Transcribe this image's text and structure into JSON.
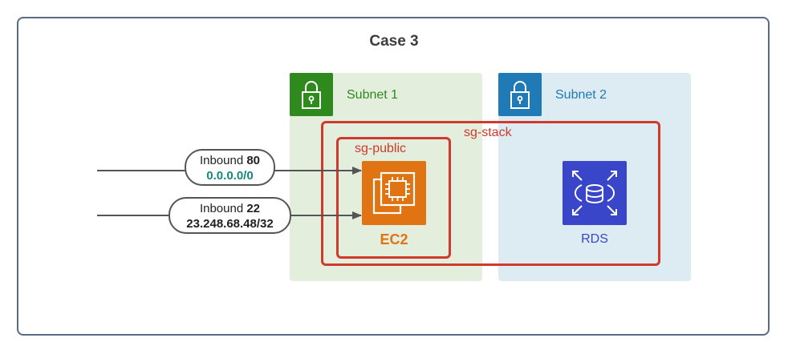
{
  "diagram": {
    "title": "Case 3",
    "subnets": [
      {
        "label": "Subnet 1",
        "icon": "lock-icon",
        "color": "#2f8a1e",
        "background": "#e3eedc"
      },
      {
        "label": "Subnet 2",
        "icon": "lock-icon",
        "color": "#1f7ab6",
        "background": "#ddebf2"
      }
    ],
    "security_groups": {
      "stack": {
        "label": "sg-stack",
        "color": "#d0392b"
      },
      "public": {
        "label": "sg-public",
        "color": "#d0392b"
      }
    },
    "resources": {
      "ec2": {
        "label": "EC2",
        "icon": "ec2-chip-icon",
        "color": "#e07312"
      },
      "rds": {
        "label": "RDS",
        "icon": "rds-database-icon",
        "color": "#3a46c9"
      }
    },
    "inbound_rules": [
      {
        "prefix": "Inbound ",
        "port": "80",
        "cidr": "0.0.0.0/0",
        "cidr_color": "#138a7a"
      },
      {
        "prefix": "Inbound ",
        "port": "22",
        "cidr": "23.248.68.48/32",
        "cidr_color": "#222222"
      }
    ]
  }
}
